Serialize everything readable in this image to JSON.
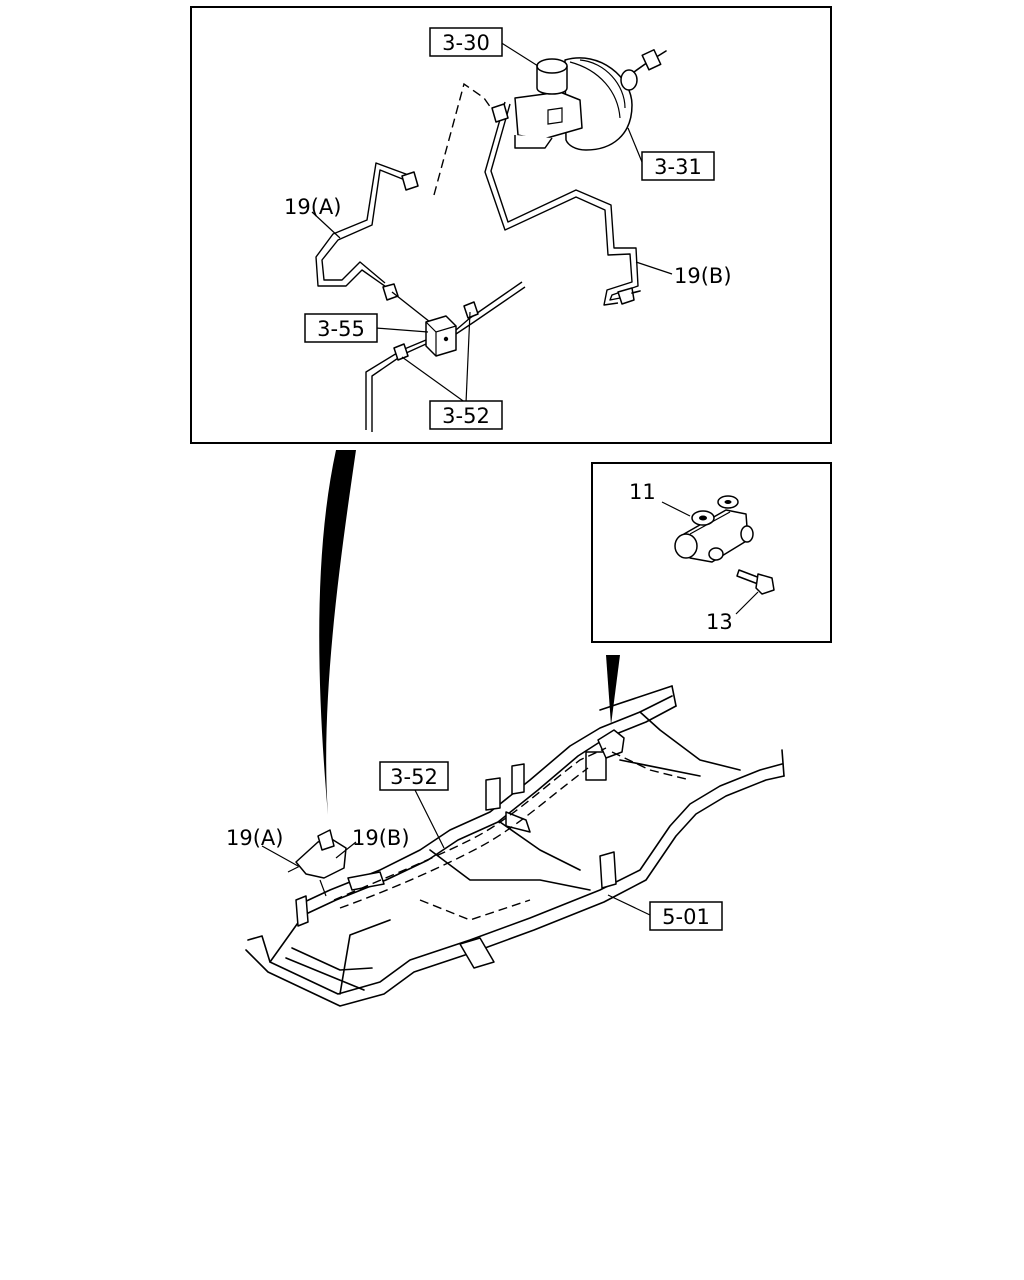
{
  "labels": {
    "master_cylinder": "3-30",
    "booster": "3-31",
    "pipe_a_top": "19(A)",
    "pipe_b_top": "19(B)",
    "proportioning_block": "3-55",
    "connector_top": "3-52",
    "inset_valve": "11",
    "inset_bolt": "13",
    "connector_frame": "3-52",
    "pipe_a_frame": "19(A)",
    "pipe_b_frame": "19(B)",
    "frame": "5-01"
  }
}
